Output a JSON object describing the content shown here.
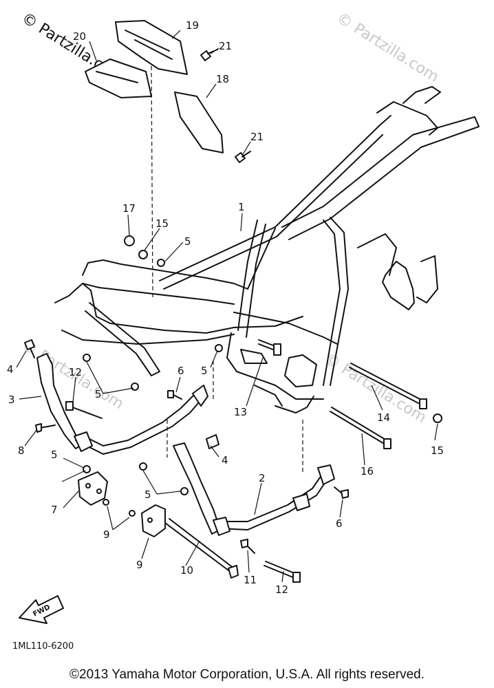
{
  "watermarks": {
    "main": "© Partzilla.com",
    "faint": "© Partzilla.com"
  },
  "callouts": [
    {
      "id": "1",
      "text": "1"
    },
    {
      "id": "2",
      "text": "2"
    },
    {
      "id": "3",
      "text": "3"
    },
    {
      "id": "4a",
      "text": "4"
    },
    {
      "id": "4b",
      "text": "4"
    },
    {
      "id": "5a",
      "text": "5"
    },
    {
      "id": "5b",
      "text": "5"
    },
    {
      "id": "5c",
      "text": "5"
    },
    {
      "id": "5d",
      "text": "5"
    },
    {
      "id": "5e",
      "text": "5"
    },
    {
      "id": "6a",
      "text": "6"
    },
    {
      "id": "6b",
      "text": "6"
    },
    {
      "id": "7",
      "text": "7"
    },
    {
      "id": "8",
      "text": "8"
    },
    {
      "id": "9a",
      "text": "9"
    },
    {
      "id": "9b",
      "text": "9"
    },
    {
      "id": "10",
      "text": "10"
    },
    {
      "id": "11",
      "text": "11"
    },
    {
      "id": "12a",
      "text": "12"
    },
    {
      "id": "12b",
      "text": "12"
    },
    {
      "id": "13",
      "text": "13"
    },
    {
      "id": "14",
      "text": "14"
    },
    {
      "id": "15a",
      "text": "15"
    },
    {
      "id": "15b",
      "text": "15"
    },
    {
      "id": "16",
      "text": "16"
    },
    {
      "id": "17",
      "text": "17"
    },
    {
      "id": "18",
      "text": "18"
    },
    {
      "id": "19",
      "text": "19"
    },
    {
      "id": "20",
      "text": "20"
    },
    {
      "id": "21a",
      "text": "21"
    },
    {
      "id": "21b",
      "text": "21"
    }
  ],
  "fwd_label": "FWD",
  "diagram_code": "1ML110-6200",
  "copyright": "©2013 Yamaha Motor Corporation, U.S.A. All rights reserved."
}
